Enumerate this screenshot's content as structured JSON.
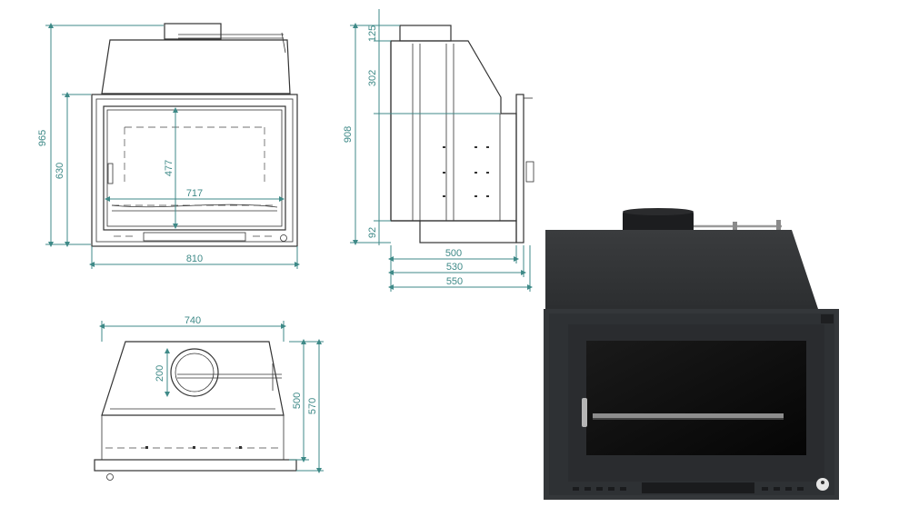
{
  "front_view": {
    "height_total": "965",
    "height_body": "630",
    "width_total": "810",
    "opening_height": "477",
    "opening_width": "717"
  },
  "side_view": {
    "top_collar": "125",
    "hood_height": "302",
    "total_height": "908",
    "base_height": "92",
    "depth_body": "500",
    "depth_mid": "530",
    "depth_total": "550"
  },
  "top_view": {
    "width": "740",
    "flue_diameter": "200",
    "depth_inner": "500",
    "depth_total": "570"
  },
  "photo": {
    "body_color": "#2f3133",
    "glass_color": "#0c0c0c"
  }
}
